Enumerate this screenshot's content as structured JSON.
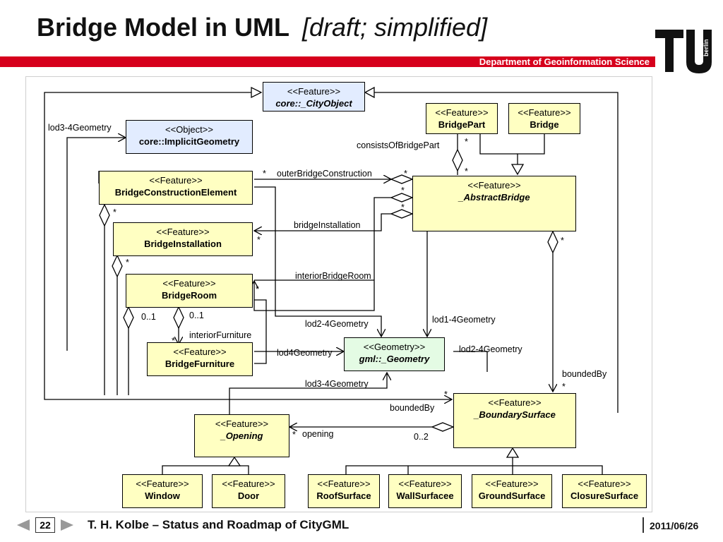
{
  "slide": {
    "title": "Bridge Model in UML",
    "subtitle": "[draft; simplified]",
    "department": "Department of Geoinformation Science",
    "logo_text": "berlin",
    "page_number": "22",
    "footer_title": "T. H. Kolbe  –  Status and Roadmap of CityGML",
    "date": "2011/06/26",
    "colors": {
      "brand_red": "#d6001c",
      "feature_fill": "#ffffc2",
      "object_fill": "#e2ecff",
      "geometry_fill": "#e4fbe4"
    }
  },
  "classes": {
    "city_object": {
      "stereotype": "<<Feature>>",
      "name": "core::_CityObject"
    },
    "implicit_geometry": {
      "stereotype": "<<Object>>",
      "name": "core::ImplicitGeometry"
    },
    "bridge_part": {
      "stereotype": "<<Feature>>",
      "name": "BridgePart"
    },
    "bridge": {
      "stereotype": "<<Feature>>",
      "name": "Bridge"
    },
    "bridge_construction_element": {
      "stereotype": "<<Feature>>",
      "name": "BridgeConstructionElement"
    },
    "abstract_bridge": {
      "stereotype": "<<Feature>>",
      "name": "_AbstractBridge"
    },
    "bridge_installation": {
      "stereotype": "<<Feature>>",
      "name": "BridgeInstallation"
    },
    "bridge_room": {
      "stereotype": "<<Feature>>",
      "name": "BridgeRoom"
    },
    "bridge_furniture": {
      "stereotype": "<<Feature>>",
      "name": "BridgeFurniture"
    },
    "geometry": {
      "stereotype": "<<Geometry>>",
      "name": "gml::_Geometry"
    },
    "opening": {
      "stereotype": "<<Feature>>",
      "name": "_Opening"
    },
    "boundary_surface": {
      "stereotype": "<<Feature>>",
      "name": "_BoundarySurface"
    },
    "window": {
      "stereotype": "<<Feature>>",
      "name": "Window"
    },
    "door": {
      "stereotype": "<<Feature>>",
      "name": "Door"
    },
    "roof_surface": {
      "stereotype": "<<Feature>>",
      "name": "RoofSurface"
    },
    "wall_surface": {
      "stereotype": "<<Feature>>",
      "name": "WallSurfacee"
    },
    "ground_surface": {
      "stereotype": "<<Feature>>",
      "name": "GroundSurface"
    },
    "closure_surface": {
      "stereotype": "<<Feature>>",
      "name": "ClosureSurface"
    }
  },
  "labels": {
    "lod3_4_geometry_implicit": "lod3-4Geometry",
    "consists_of_bridge_part": "consistsOfBridgePart",
    "outer_bridge_construction": "outerBridgeConstruction",
    "bridge_installation": "bridgeInstallation",
    "interior_bridge_room": "interiorBridgeRoom",
    "interior_furniture": "interiorFurniture",
    "lod2_4_geometry_left": "lod2-4Geometry",
    "lod1_4_geometry": "lod1-4Geometry",
    "lod4_geometry": "lod4Geometry",
    "lod2_4_geometry_right": "lod2-4Geometry",
    "lod3_4_geometry_bottom": "lod3-4Geometry",
    "bounded_by_right": "boundedBy",
    "bounded_by_left": "boundedBy",
    "opening": "opening",
    "multiplicity_star": "*",
    "multiplicity_0_1": "0..1",
    "multiplicity_0_2": "0..2"
  }
}
